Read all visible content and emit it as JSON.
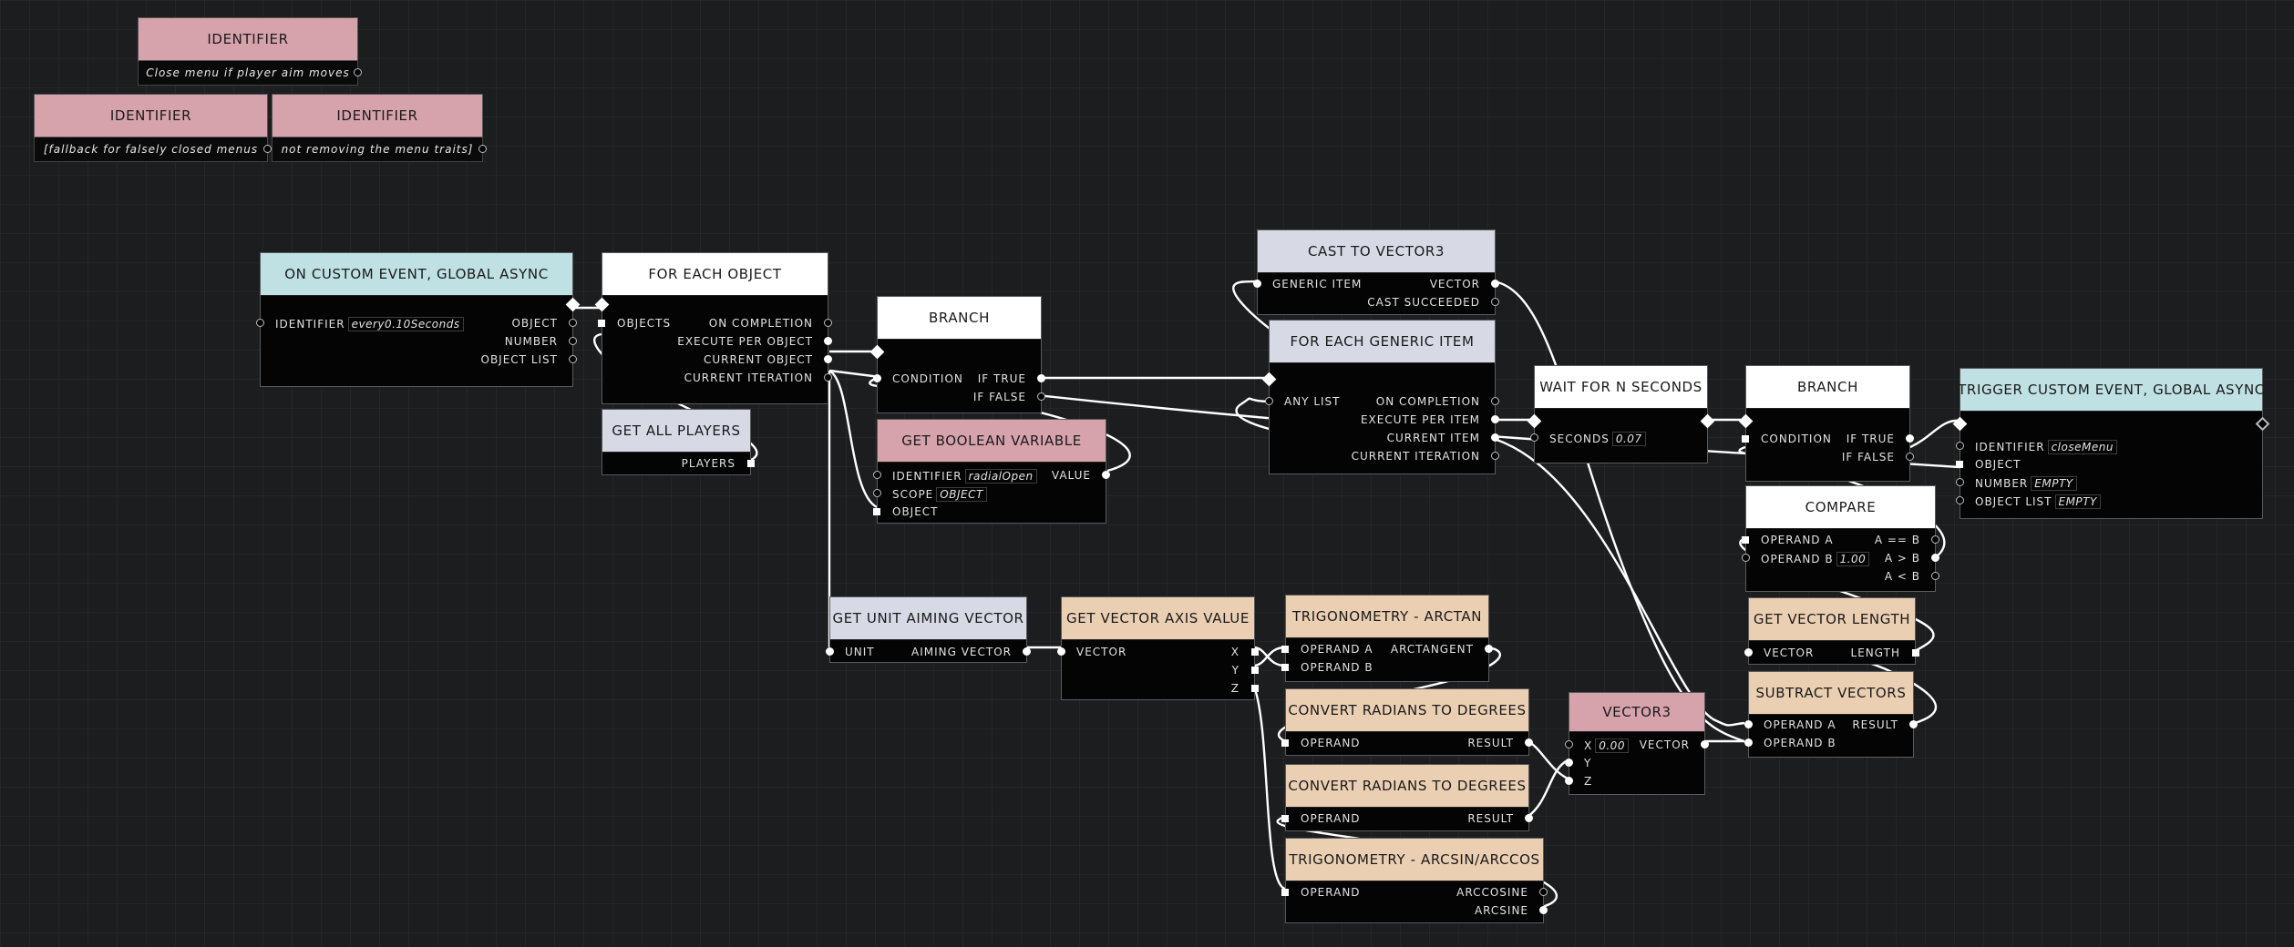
{
  "comments": [
    {
      "title": "IDENTIFIER",
      "text": "Close menu if player aim moves"
    },
    {
      "title": "IDENTIFIER",
      "text": "[fallback for falsely closed menus"
    },
    {
      "title": "IDENTIFIER",
      "text": "not removing the menu traits]"
    }
  ],
  "nodes": {
    "on_custom_event": {
      "title": "ON CUSTOM EVENT, GLOBAL ASYNC",
      "identifier_label": "IDENTIFIER",
      "identifier_value": "every0.10Seconds",
      "object": "OBJECT",
      "number": "NUMBER",
      "object_list": "OBJECT LIST"
    },
    "for_each_object": {
      "title": "FOR EACH OBJECT",
      "objects": "OBJECTS",
      "on_completion": "ON COMPLETION",
      "execute_per_object": "EXECUTE PER OBJECT",
      "current_object": "CURRENT OBJECT",
      "current_iteration": "CURRENT ITERATION"
    },
    "get_all_players": {
      "title": "GET ALL PLAYERS",
      "players": "PLAYERS"
    },
    "branch_1": {
      "title": "BRANCH",
      "condition": "CONDITION",
      "if_true": "IF TRUE",
      "if_false": "IF FALSE"
    },
    "get_boolean_variable": {
      "title": "GET BOOLEAN VARIABLE",
      "identifier_label": "IDENTIFIER",
      "identifier_value": "radialOpen",
      "value": "VALUE",
      "scope_label": "SCOPE",
      "scope_value": "OBJECT",
      "object": "OBJECT"
    },
    "cast_to_vector3": {
      "title": "CAST TO VECTOR3",
      "generic_item": "GENERIC ITEM",
      "vector": "VECTOR",
      "cast_succeeded": "CAST SUCCEEDED"
    },
    "for_each_generic_item": {
      "title": "FOR EACH GENERIC ITEM",
      "any_list": "ANY LIST",
      "on_completion": "ON COMPLETION",
      "execute_per_item": "EXECUTE PER ITEM",
      "current_item": "CURRENT ITEM",
      "current_iteration": "CURRENT ITERATION"
    },
    "wait_for_n_seconds": {
      "title": "WAIT FOR N SECONDS",
      "seconds_label": "SECONDS",
      "seconds_value": "0.07"
    },
    "branch_2": {
      "title": "BRANCH",
      "condition": "CONDITION",
      "if_true": "IF TRUE",
      "if_false": "IF FALSE"
    },
    "trigger_custom_event": {
      "title": "TRIGGER CUSTOM EVENT, GLOBAL ASYNC",
      "identifier_label": "IDENTIFIER",
      "identifier_value": "closeMenu",
      "object": "OBJECT",
      "number_label": "NUMBER",
      "number_value": "EMPTY",
      "object_list_label": "OBJECT LIST",
      "object_list_value": "EMPTY"
    },
    "compare": {
      "title": "COMPARE",
      "operand_a": "OPERAND A",
      "operand_b_label": "OPERAND B",
      "operand_b_value": "1.00",
      "a_eq_b": "A == B",
      "a_gt_b": "A > B",
      "a_lt_b": "A < B"
    },
    "get_vector_length": {
      "title": "GET VECTOR LENGTH",
      "vector": "VECTOR",
      "length": "LENGTH"
    },
    "subtract_vectors": {
      "title": "SUBTRACT VECTORS",
      "operand_a": "OPERAND A",
      "operand_b": "OPERAND B",
      "result": "RESULT"
    },
    "vector3": {
      "title": "VECTOR3",
      "x_label": "X",
      "x_value": "0.00",
      "y": "Y",
      "z": "Z",
      "vector": "VECTOR"
    },
    "get_unit_aiming_vector": {
      "title": "GET UNIT AIMING VECTOR",
      "unit": "UNIT",
      "aiming_vector": "AIMING VECTOR"
    },
    "get_vector_axis_value": {
      "title": "GET VECTOR AXIS VALUE",
      "vector": "VECTOR",
      "x": "X",
      "y": "Y",
      "z": "Z"
    },
    "trig_arctan": {
      "title": "TRIGONOMETRY - ARCTAN",
      "operand_a": "OPERAND A",
      "operand_b": "OPERAND B",
      "arctangent": "ARCTANGENT"
    },
    "rad_to_deg_1": {
      "title": "CONVERT RADIANS TO DEGREES",
      "operand": "OPERAND",
      "result": "RESULT"
    },
    "rad_to_deg_2": {
      "title": "CONVERT RADIANS TO DEGREES",
      "operand": "OPERAND",
      "result": "RESULT"
    },
    "trig_arcsin": {
      "title": "TRIGONOMETRY - ARCSIN/ARCCOS",
      "operand": "OPERAND",
      "arccosine": "ARCCOSINE",
      "arcsine": "ARCSINE"
    }
  }
}
